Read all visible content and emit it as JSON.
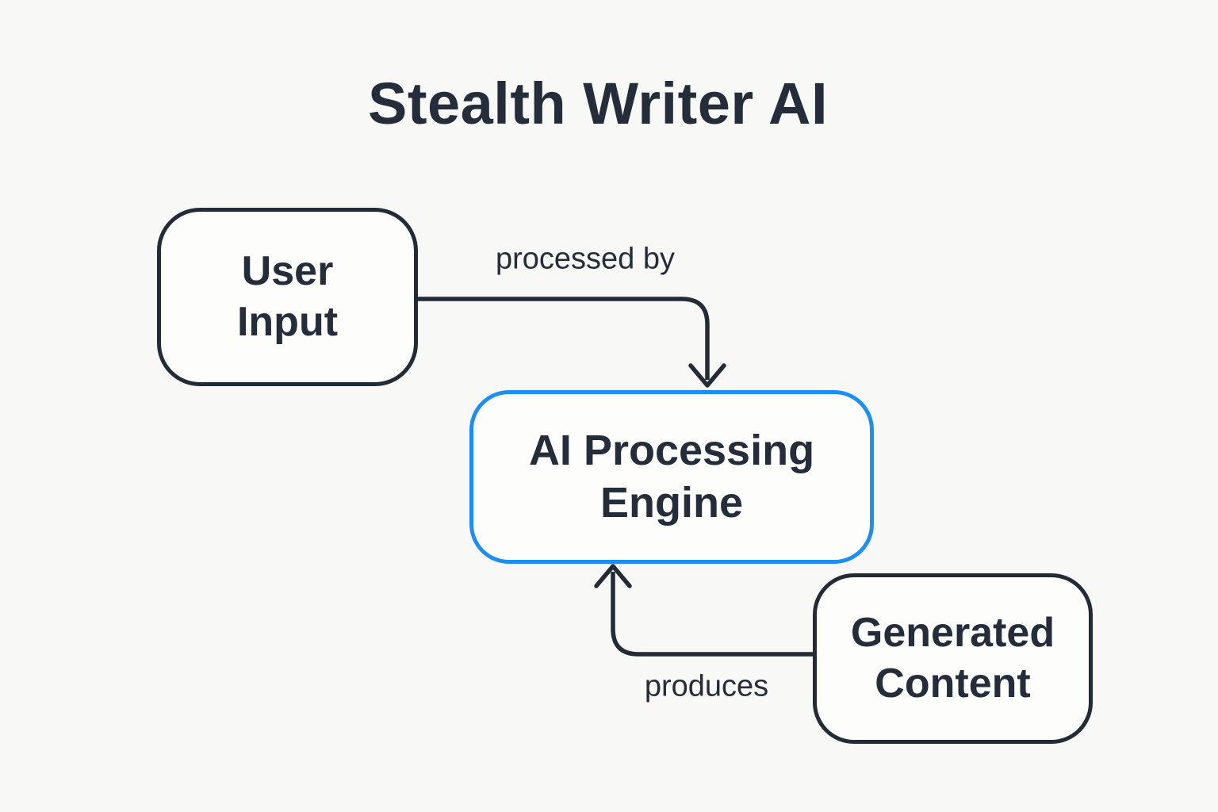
{
  "title": "Stealth Writer AI",
  "colors": {
    "background": "#f8f8f6",
    "node_fill": "#fdfdfc",
    "stroke_dark": "#232b36",
    "accent_blue": "#1e8ff2",
    "text": "#242d39"
  },
  "nodes": {
    "user_input": {
      "label": "User\nInput"
    },
    "ai_engine": {
      "label": "AI Processing\nEngine",
      "highlighted": true
    },
    "generated_content": {
      "label": "Generated\nContent"
    }
  },
  "edges": {
    "processed_by": {
      "label": "processed by",
      "from": "User Input",
      "to": "AI Processing Engine"
    },
    "produces": {
      "label": "produces",
      "from": "Generated Content",
      "to": "AI Processing Engine"
    }
  }
}
